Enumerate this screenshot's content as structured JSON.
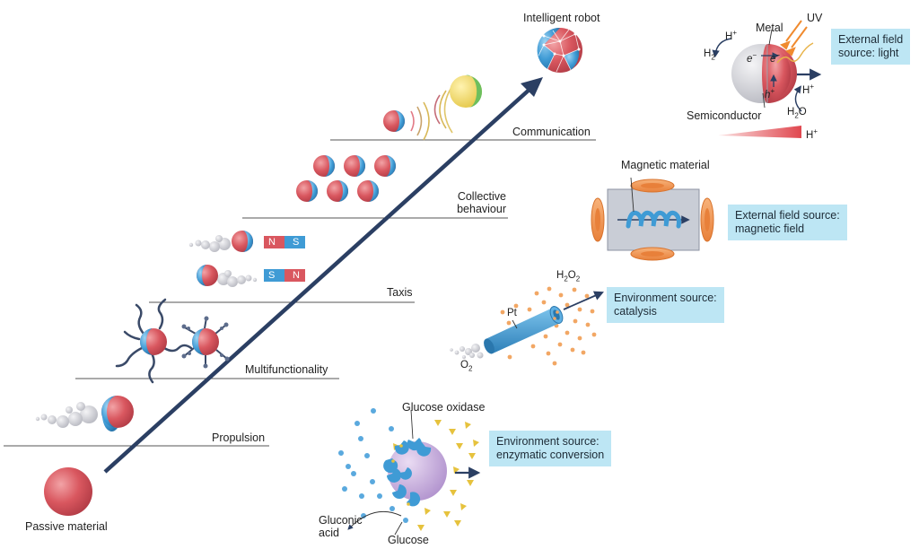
{
  "steps": {
    "passive": "Passive material",
    "propulsion": "Propulsion",
    "multifunctionality": "Multifunctionality",
    "taxis": "Taxis",
    "collective_1": "Collective",
    "collective_2": "behaviour",
    "communication": "Communication",
    "intelligent": "Intelligent robot"
  },
  "magnets": {
    "n": "N",
    "s": "S"
  },
  "light_panel": {
    "box_1": "External field",
    "box_2": "source: light",
    "metal": "Metal",
    "uv": "UV",
    "semiconductor": "Semiconductor",
    "h_plus": "H",
    "h2": "H",
    "h2o": "H",
    "electron": "e",
    "hole": "h"
  },
  "magnetic_panel": {
    "material": "Magnetic material",
    "box_1": "External field source:",
    "box_2": "magnetic field"
  },
  "catalysis_panel": {
    "h2o2": "H",
    "pt": "Pt",
    "o2": "O",
    "box_1": "Environment source:",
    "box_2": "catalysis"
  },
  "enzyme_panel": {
    "glucose_oxidase": "Glucose oxidase",
    "gluconic_1": "Gluconic",
    "gluconic_2": "acid",
    "glucose": "Glucose",
    "box_1": "Environment source:",
    "box_2": "enzymatic conversion"
  },
  "colors": {
    "red": "#d9575f",
    "blue": "#3f9bd5",
    "arrow": "#2b3f63",
    "orange": "#f09a4f",
    "box": "#bde6f4"
  }
}
